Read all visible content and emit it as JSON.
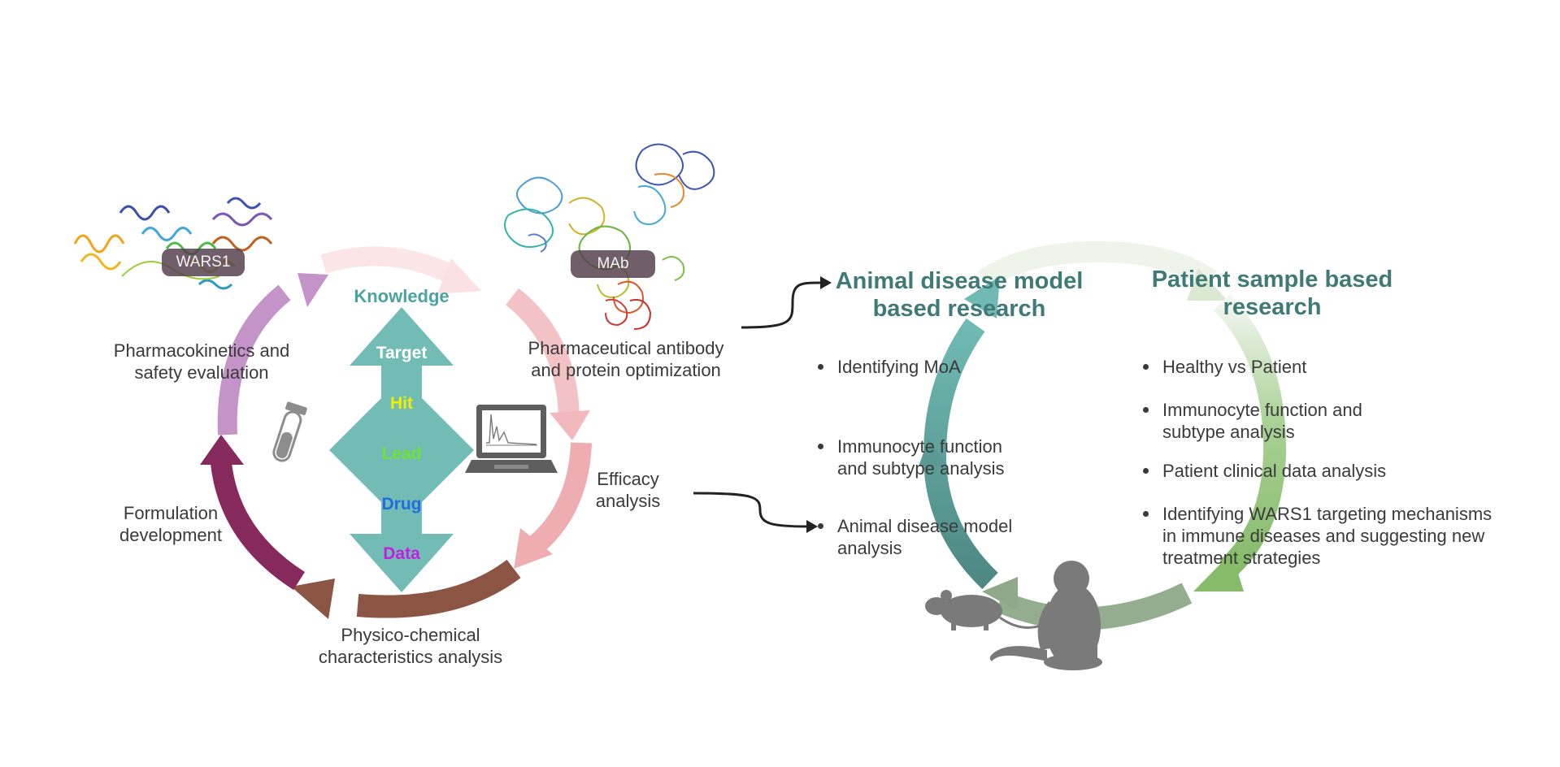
{
  "colors": {
    "heading": "#3f7a77",
    "arrow_teal": "#72bcb5",
    "hit": "#f0f000",
    "lead": "#6fe33a",
    "drug": "#1f6de0",
    "data": "#c21fe0"
  },
  "left_cycle": {
    "center": {
      "knowledge": "Knowledge",
      "stages": [
        "Target",
        "Hit",
        "Lead",
        "Drug",
        "Data"
      ]
    },
    "labels": {
      "wars1": "WARS1",
      "mab": "MAb",
      "pharmacokinetics": [
        "Pharmacokinetics and",
        "safety evaluation"
      ],
      "antibody_optimization": [
        "Pharmaceutical antibody",
        "and protein optimization"
      ],
      "efficacy": [
        "Efficacy",
        "analysis"
      ],
      "formulation": [
        "Formulation",
        "development"
      ],
      "physico_chemical": [
        "Physico-chemical",
        "characteristics analysis"
      ]
    },
    "icons": [
      "test-tube-icon",
      "laptop-chart-icon",
      "protein-structure-icon"
    ]
  },
  "right_cycle": {
    "animal": {
      "heading": [
        "Animal disease model",
        "based research"
      ],
      "items": [
        [
          "Identifying MoA"
        ],
        [
          "Immunocyte function",
          "and subtype analysis"
        ],
        [
          "Animal disease model",
          "analysis"
        ]
      ]
    },
    "patient": {
      "heading": [
        "Patient sample based",
        "research"
      ],
      "items": [
        [
          "Healthy vs Patient"
        ],
        [
          "Immunocyte function and",
          "subtype analysis"
        ],
        [
          "Patient clinical data analysis"
        ],
        [
          "Identifying WARS1 targeting mechanisms",
          "in immune diseases and suggesting new",
          "treatment strategies"
        ]
      ]
    },
    "icons": [
      "mouse-icon",
      "monkey-icon"
    ]
  }
}
